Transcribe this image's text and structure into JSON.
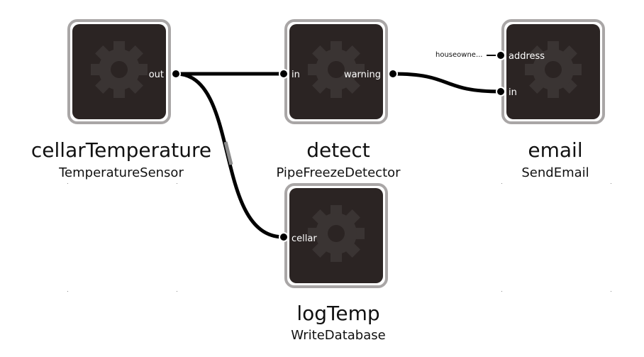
{
  "graph": {
    "nodes": [
      {
        "id": "cellarTemperature",
        "name": "cellarTemperature",
        "component": "TemperatureSensor",
        "icon": "gear-icon",
        "ports": {
          "out": "out"
        }
      },
      {
        "id": "detect",
        "name": "detect",
        "component": "PipeFreezeDetector",
        "icon": "gear-icon",
        "ports": {
          "in": "in",
          "warning": "warning"
        }
      },
      {
        "id": "email",
        "name": "email",
        "component": "SendEmail",
        "icon": "gear-icon",
        "ports": {
          "address": "address",
          "in": "in"
        }
      },
      {
        "id": "logTemp",
        "name": "logTemp",
        "component": "WriteDatabase",
        "icon": "gear-icon",
        "ports": {
          "cellar": "cellar"
        }
      }
    ],
    "edges": [
      {
        "from": "cellarTemperature.out",
        "to": "detect.in"
      },
      {
        "from": "detect.warning",
        "to": "email.in"
      },
      {
        "from": "cellarTemperature.out",
        "to": "logTemp.cellar"
      }
    ],
    "iips": [
      {
        "value": "houseowne...",
        "to": "email.address"
      }
    ],
    "colors": {
      "node_fill": "#2b2423",
      "node_border": "#a9a6a6",
      "edge": "#000000",
      "gear": "#3a3433"
    }
  }
}
